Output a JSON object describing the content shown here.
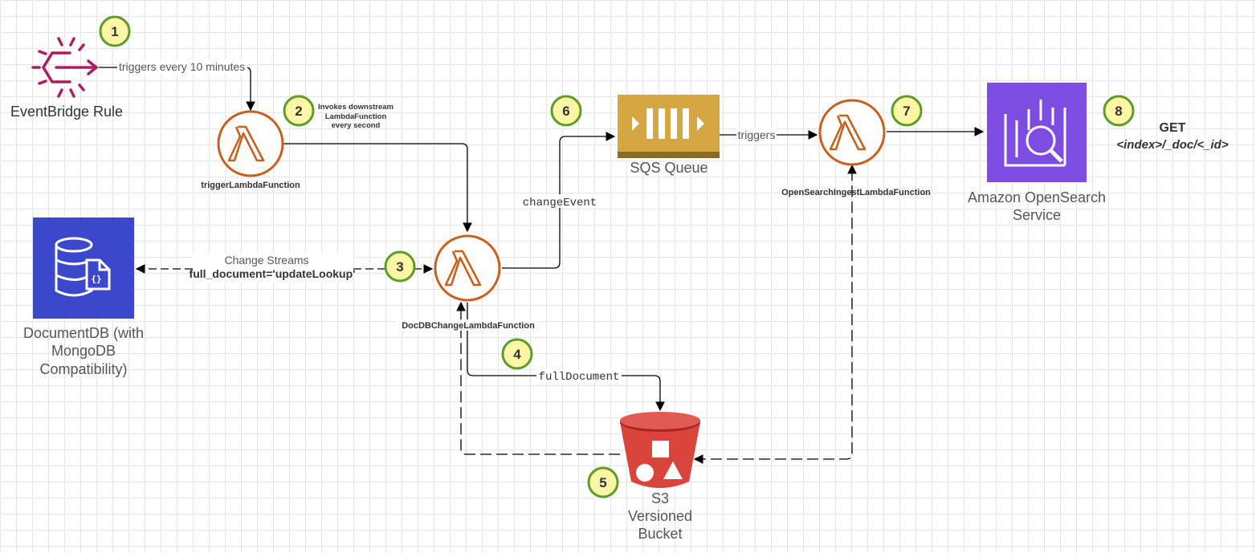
{
  "colors": {
    "lambda": "#c7611f",
    "eventbridge": "#ac1d61",
    "documentdb": "#3b48cc",
    "sqs": "#d4a744",
    "opensearch": "#7c4de0",
    "s3": "#d9443c",
    "step_fill": "#fdf6a6",
    "step_stroke": "#5d9b2a"
  },
  "nodes": {
    "eventbridge": {
      "label": "EventBridge Rule",
      "icon": "eventbridge-icon"
    },
    "trigger_lambda": {
      "label": "triggerLambdaFunction",
      "icon": "lambda-icon"
    },
    "docdb_change_lambda": {
      "label": "DocDBChangeLambdaFunction",
      "icon": "lambda-icon"
    },
    "opensearch_ingest_lambda": {
      "label": "OpenSearchIngestLambdaFunction",
      "icon": "lambda-icon"
    },
    "documentdb": {
      "label_lines": [
        "DocumentDB (with",
        "MongoDB",
        "Compatibility)"
      ],
      "icon": "documentdb-icon"
    },
    "sqs": {
      "label": "SQS Queue",
      "icon": "sqs-queue-icon"
    },
    "s3": {
      "label_lines": [
        "S3",
        "Versioned",
        "Bucket"
      ],
      "icon": "s3-bucket-icon"
    },
    "opensearch": {
      "label_lines": [
        "Amazon OpenSearch",
        "Service"
      ],
      "icon": "opensearch-icon"
    }
  },
  "edges": {
    "triggers_every": "triggers every 10 minutes",
    "invokes": [
      "Invokes downstream",
      "LambdaFunction",
      "every second"
    ],
    "change_streams": [
      "Change Streams",
      "full_document='updateLookup'"
    ],
    "change_event": "changeEvent",
    "full_document": "fullDocument",
    "sqs_triggers": "triggers"
  },
  "query": {
    "method": "GET",
    "path": "<index>/_doc/<_id>"
  },
  "steps": [
    "1",
    "2",
    "3",
    "4",
    "5",
    "6",
    "7",
    "8"
  ]
}
